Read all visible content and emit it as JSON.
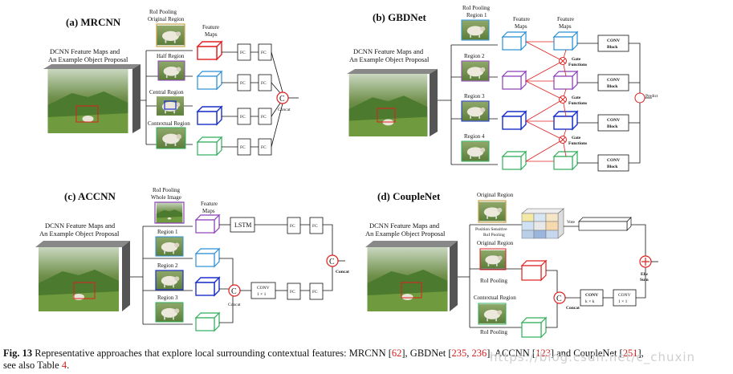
{
  "panels": {
    "a": {
      "title": "(a) MRCNN",
      "intro": [
        "DCNN Feature Maps and",
        "An Example Object Proposal"
      ],
      "pool": [
        "RoI Pooling",
        "Original Region"
      ],
      "feature": [
        "Feature",
        "Maps"
      ],
      "regions": [
        "Half Region",
        "Central Region",
        "Contextual Region"
      ],
      "fc": "FC",
      "concat_symbol": "C",
      "concat": "Concat"
    },
    "b": {
      "title": "(b) GBDNet",
      "intro": [
        "DCNN Feature Maps and",
        "An Example Object Proposal"
      ],
      "pool": [
        "RoI Pooling",
        "Region 1"
      ],
      "feature": [
        "Feature",
        "Maps"
      ],
      "regions": [
        "Region 2",
        "Region 3",
        "Region 4"
      ],
      "gate": [
        "Gate",
        "Functions"
      ],
      "conv": [
        "CONV",
        "Block"
      ],
      "predict": "Predict"
    },
    "c": {
      "title": "(c) ACCNN",
      "intro": [
        "DCNN Feature Maps and",
        "An Example Object Proposal"
      ],
      "pool": [
        "RoI Pooling",
        "Whole Image"
      ],
      "feature": [
        "Feature",
        "Maps"
      ],
      "regions": [
        "Region 1",
        "Region 2",
        "Region 3"
      ],
      "lstm": "LSTM",
      "fc": "FC",
      "conv": [
        "CONV",
        "1 × 1"
      ],
      "concat_symbol": "C",
      "concat": "Concat"
    },
    "d": {
      "title": "(d) CoupleNet",
      "intro": [
        "DCNN Feature Maps and",
        "An Example Object Proposal"
      ],
      "orig1": "Original Region",
      "psroi": [
        "Position Sensitive",
        "RoI Pooling"
      ],
      "vote": "Vote",
      "orig2": "Original Region",
      "roipool1": "RoI Pooling",
      "ctx": "Contextual Region",
      "roipool2": "RoI Pooling",
      "conv1": [
        "CONV",
        "k × k"
      ],
      "conv2": [
        "CONV",
        "1 × 1"
      ],
      "concat_symbol": "C",
      "concat": "Concat",
      "eltsum": [
        "Elw",
        "Sum"
      ]
    }
  },
  "caption": {
    "lead": "Fig. 13",
    "text": " Representative approaches that explore local surrounding contextual features: MRCNN [",
    "r1": "62",
    "t2": "], GBDNet [",
    "r2": "235",
    "t3": ", ",
    "r3": "236",
    "t4": "], ACCNN [",
    "r4": "123",
    "t5": "] and CoupleNet [",
    "r5": "251",
    "t6": "],",
    "line2": "see also Table ",
    "r6": "4",
    "end": "."
  },
  "watermark": "https://blog.csdn.net/c_chuxin",
  "colors": {
    "red": "#e02020",
    "blue": "#2a8fd6",
    "darkblue": "#1a2fc8",
    "green": "#2fae5a",
    "purple": "#8a3fb8"
  }
}
